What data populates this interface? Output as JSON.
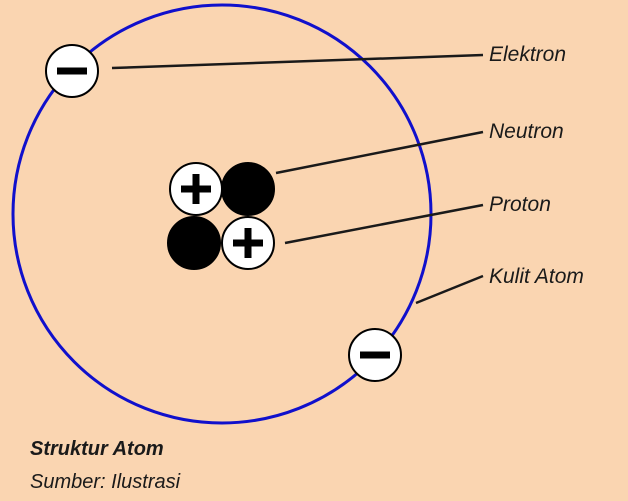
{
  "diagram": {
    "labels": {
      "electron": "Elektron",
      "neutron": "Neutron",
      "proton": "Proton",
      "shell": "Kulit Atom"
    }
  },
  "caption": {
    "title": "Struktur Atom",
    "source": "Sumber: Ilustrasi"
  },
  "colors": {
    "background": "#FAD5B1",
    "orbit": "#1010CC",
    "particle_fill_white": "#FFFFFF",
    "particle_fill_black": "#000000",
    "leader_line": "#1a1a1a"
  },
  "icons": {
    "electron": "minus-sign",
    "proton": "plus-sign",
    "neutron": "solid-black-circle"
  }
}
